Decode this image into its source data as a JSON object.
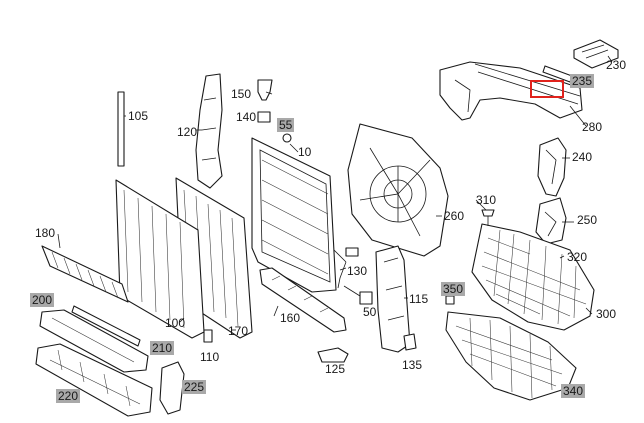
{
  "labels": {
    "p230": "230",
    "p235": "235",
    "p280": "280",
    "p240": "240",
    "p250": "250",
    "p320": "320",
    "p300": "300",
    "p310": "310",
    "p260": "260",
    "p340": "340",
    "p350": "350",
    "p115": "115",
    "p135": "135",
    "p130": "130",
    "p50": "50",
    "p160": "160",
    "p125": "125",
    "p10": "10",
    "p55": "55",
    "p140": "140",
    "p150": "150",
    "p120": "120",
    "p105": "105",
    "p170": "170",
    "p100": "100",
    "p110": "110",
    "p180": "180",
    "p200": "200",
    "p210": "210",
    "p220": "220",
    "p225": "225"
  },
  "highlighted_parts": [
    "200",
    "210",
    "220",
    "225",
    "235",
    "340",
    "350",
    "55"
  ],
  "colors": {
    "highlight_bg": "#a9a9a9",
    "marker_border": "#e0221c",
    "line": "#1a1a1a"
  }
}
